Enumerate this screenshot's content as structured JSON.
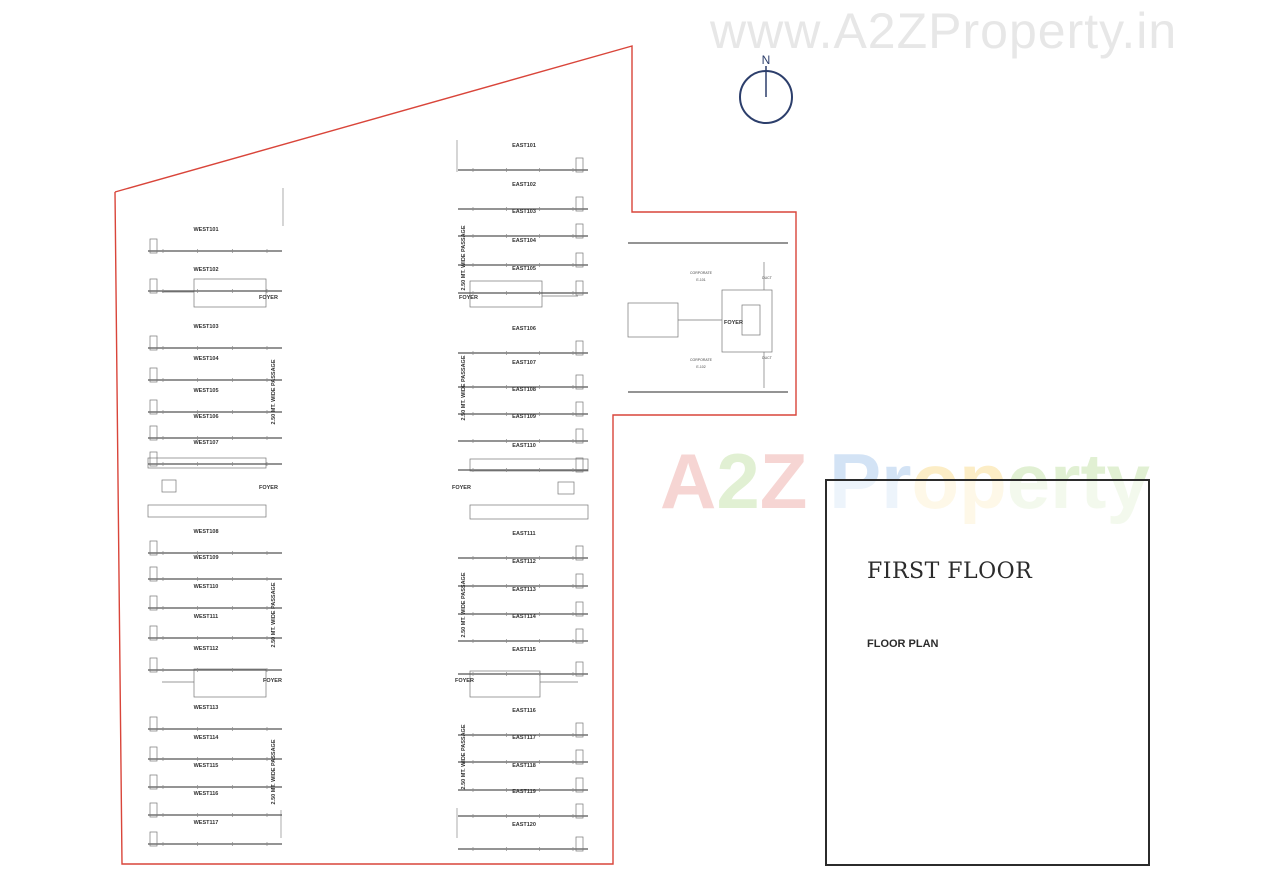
{
  "watermark": {
    "url_text": "www.A2ZProperty.in",
    "logo_letters": [
      "A",
      "2",
      "Z",
      " ",
      "P",
      "r",
      "o",
      "p",
      "e",
      "r",
      "t",
      "y"
    ],
    "logo_colors": [
      "#d9453a",
      "#7bbf3a",
      "#d9453a",
      "#ffffff",
      "#3b82d6",
      "#3b82d6",
      "#f2b200",
      "#f2b200",
      "#7bbf3a",
      "#7bbf3a",
      "#7bbf3a",
      "#7bbf3a"
    ]
  },
  "compass": {
    "label": "N"
  },
  "title_block": {
    "title": "FIRST FLOOR",
    "subtitle": "FLOOR PLAN"
  },
  "colors": {
    "boundary": "#d9453a",
    "compass": "#2c3e6b",
    "frame": "#2b2b2b"
  },
  "west_units": [
    "WEST101",
    "WEST102",
    "WEST103",
    "WEST104",
    "WEST105",
    "WEST106",
    "WEST107",
    "WEST108",
    "WEST109",
    "WEST110",
    "WEST111",
    "WEST112",
    "WEST113",
    "WEST114",
    "WEST115",
    "WEST116",
    "WEST117"
  ],
  "east_units": [
    "EAST101",
    "EAST102",
    "EAST103",
    "EAST104",
    "EAST105",
    "EAST106",
    "EAST107",
    "EAST108",
    "EAST109",
    "EAST110",
    "EAST111",
    "EAST112",
    "EAST113",
    "EAST114",
    "EAST115",
    "EAST116",
    "EAST117",
    "EAST118",
    "EAST119",
    "EAST120"
  ],
  "foyer_label": "FOYER",
  "passage_label": "2.50 MT. WIDE PASSAGE",
  "corporate_units": [
    "CORPORATE",
    "E-101",
    "CORPORATE",
    "E-102"
  ],
  "duct_label": "DUCT"
}
